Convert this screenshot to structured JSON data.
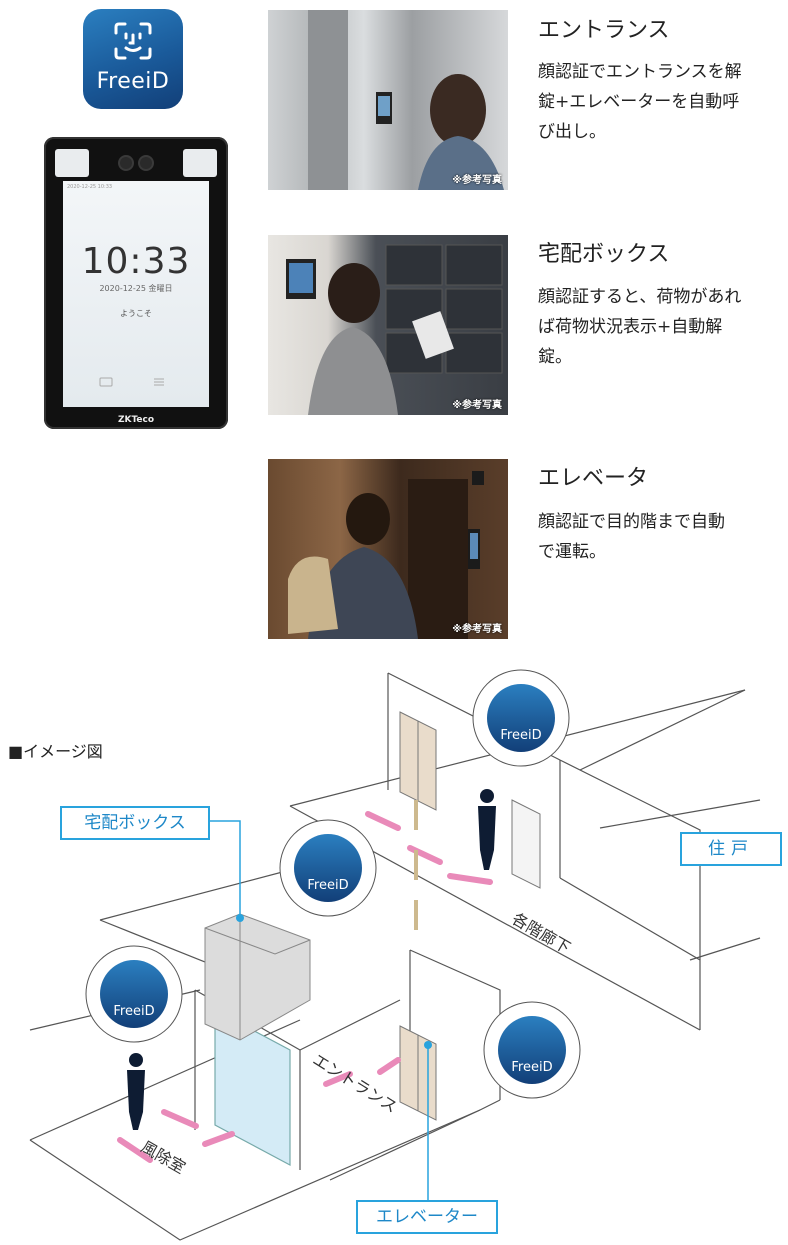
{
  "app_icon": {
    "label": "FreeiD"
  },
  "device": {
    "date_top": "2020-12-25 10:33",
    "time": "10:33",
    "date": "2020-12-25   金曜日",
    "welcome": "ようこそ",
    "brand": "ZKTeco"
  },
  "photo_note": "※参考写真",
  "features": [
    {
      "title": "エントランス",
      "desc_lines": [
        "顔認証でエントランスを解",
        "錠+エレベーターを自動呼",
        "び出し。"
      ]
    },
    {
      "title": "宅配ボックス",
      "desc_lines": [
        "顔認証すると、荷物があれ",
        "ば荷物状況表示+自動解",
        "錠。"
      ]
    },
    {
      "title": "エレベータ",
      "desc_lines": [
        "顔認証で目的階まで自動",
        "で運転。"
      ]
    }
  ],
  "diagram": {
    "caption": "■イメージ図",
    "callouts": {
      "delivery_box": "宅配ボックス",
      "residence": "住戸",
      "elevator": "エレベーター"
    },
    "floor_labels": {
      "corridor": "各階廊下",
      "entrance": "エントランス",
      "wind_room": "風除室"
    },
    "bubble_label": "FreeiD"
  },
  "colors": {
    "accent": "#29a3dd",
    "arrow": "#e98ab9",
    "icon_blue": "#1a5a9a"
  }
}
